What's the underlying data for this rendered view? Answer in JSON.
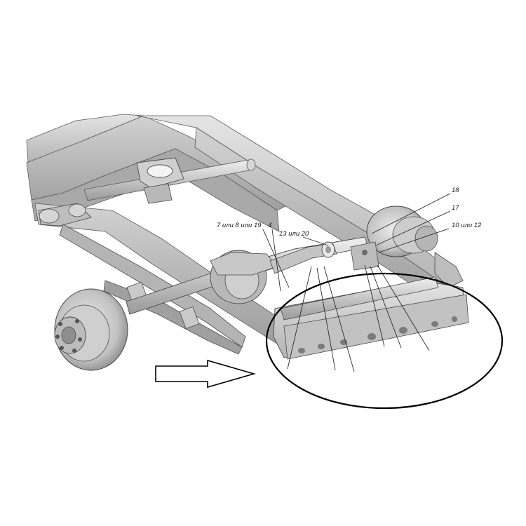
{
  "callouts": [
    {
      "id": "c18",
      "text": "18"
    },
    {
      "id": "c17",
      "text": "17"
    },
    {
      "id": "c10",
      "text": "10 или 12"
    },
    {
      "id": "c7",
      "text": "7 или 8 или 19"
    },
    {
      "id": "c4",
      "text": "4"
    },
    {
      "id": "c13",
      "text": "13 или 20"
    }
  ],
  "colors": {
    "frame": "#c9c9c9",
    "frame_dark": "#8e8e8e",
    "frame_light": "#e6e6e6",
    "outline": "#4a4a4a",
    "ellipse": "#000000"
  },
  "arrow": {
    "direction": "right"
  },
  "highlight": {
    "shape": "ellipse"
  }
}
